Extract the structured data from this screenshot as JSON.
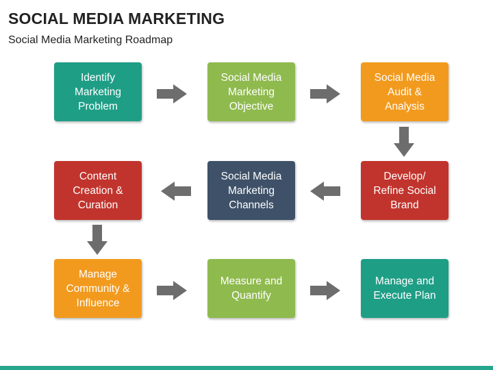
{
  "header": {
    "title": "SOCIAL MEDIA MARKETING",
    "subtitle": "Social Media Marketing Roadmap"
  },
  "colors": {
    "teal": "#1f9e86",
    "green": "#8fba4e",
    "orange": "#f29a1e",
    "red": "#c1342d",
    "navy": "#3e5168",
    "arrow": "#6d6d6d",
    "bottom_bar": "#26a68c"
  },
  "steps": [
    {
      "label": "Identify\nMarketing\nProblem",
      "color": "#1f9e86"
    },
    {
      "label": "Social Media\nMarketing\nObjective",
      "color": "#8fba4e"
    },
    {
      "label": "Social Media\nAudit &\nAnalysis",
      "color": "#f29a1e"
    },
    {
      "label": "Develop/\nRefine Social\nBrand",
      "color": "#c1342d"
    },
    {
      "label": "Social Media\nMarketing\nChannels",
      "color": "#3e5168"
    },
    {
      "label": "Content\nCreation &\nCuration",
      "color": "#c1342d"
    },
    {
      "label": "Manage\nCommunity &\nInfluence",
      "color": "#f29a1e"
    },
    {
      "label": "Measure and\nQuantify",
      "color": "#8fba4e"
    },
    {
      "label": "Manage and\nExecute Plan",
      "color": "#1f9e86"
    }
  ],
  "arrows": [
    {
      "direction": "right-arrow-icon"
    },
    {
      "direction": "right-arrow-icon"
    },
    {
      "direction": "down-arrow-icon"
    },
    {
      "direction": "left-arrow-icon"
    },
    {
      "direction": "left-arrow-icon"
    },
    {
      "direction": "down-arrow-icon"
    },
    {
      "direction": "right-arrow-icon"
    },
    {
      "direction": "right-arrow-icon"
    }
  ]
}
